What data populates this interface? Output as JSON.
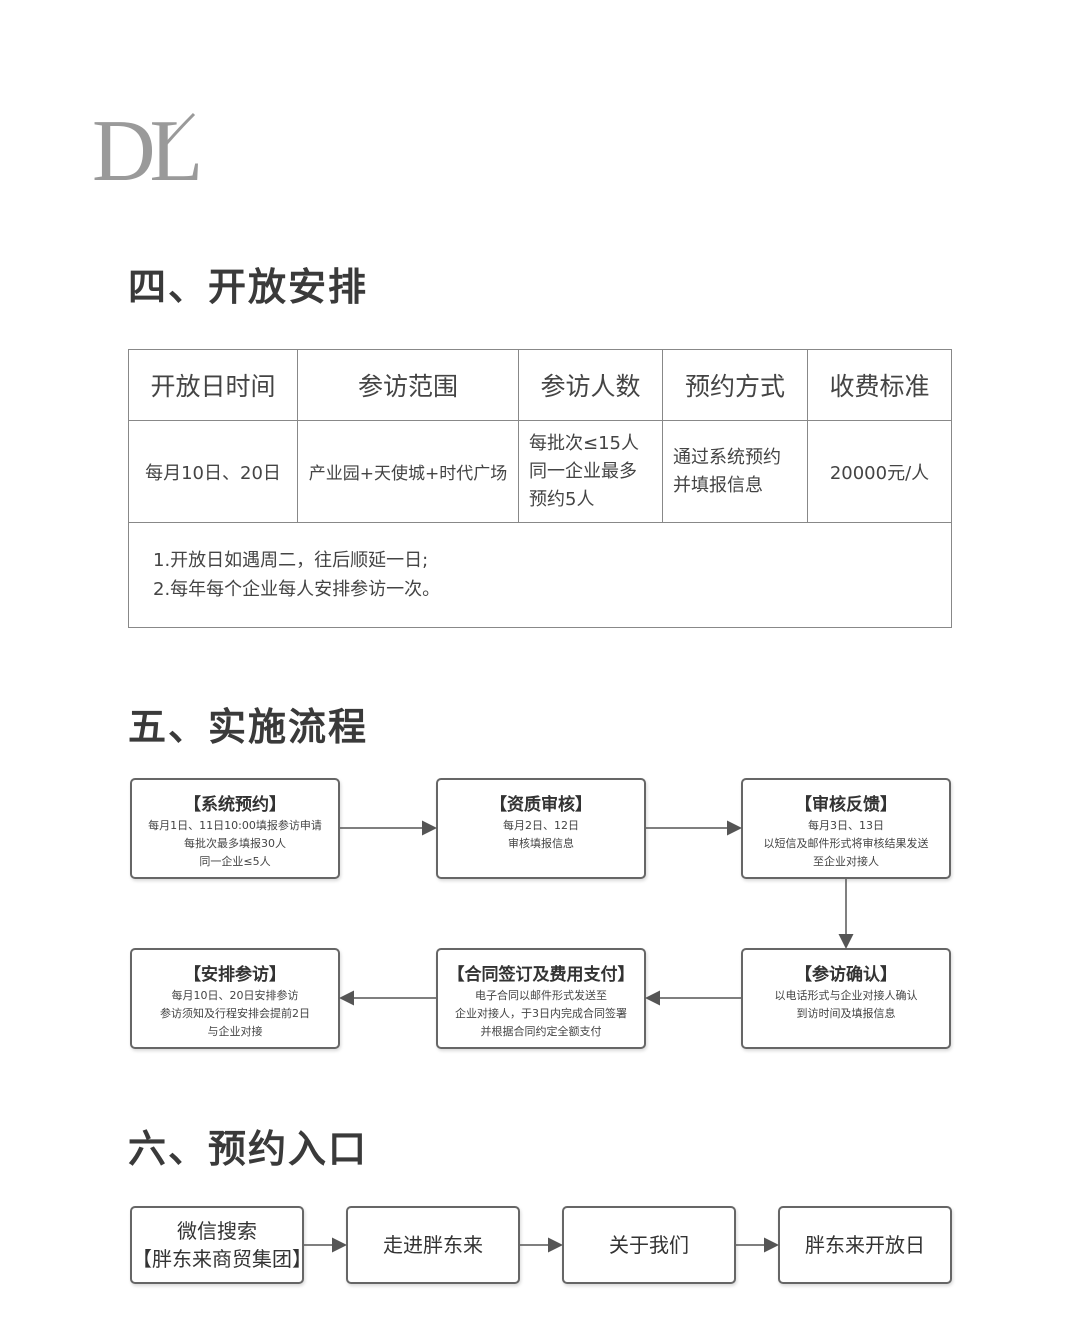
{
  "logo": {
    "text": "DL"
  },
  "sections": {
    "s4": "四、开放安排",
    "s5": "五、实施流程",
    "s6": "六、预约入口"
  },
  "schedule": {
    "headers": [
      "开放日时间",
      "参访范围",
      "参访人数",
      "预约方式",
      "收费标准"
    ],
    "row": {
      "time": "每月10日、20日",
      "scope": "产业园+天使城+时代广场",
      "people": [
        "每批次≤15人",
        "同一企业最多",
        "预约5人"
      ],
      "method": [
        "通过系统预约",
        "并填报信息"
      ],
      "fee": "20000元/人"
    },
    "notes": [
      "1.开放日如遇周二，往后顺延一日;",
      "2.每年每个企业每人安排参访一次。"
    ]
  },
  "flow": [
    {
      "title": "【系统预约】",
      "lines": [
        "每月1日、11日10:00填报参访申请",
        "每批次最多填报30人",
        "同一企业≤5人"
      ]
    },
    {
      "title": "【资质审核】",
      "lines": [
        "每月2日、12日",
        "审核填报信息"
      ]
    },
    {
      "title": "【审核反馈】",
      "lines": [
        "每月3日、13日",
        "以短信及邮件形式将审核结果发送",
        "至企业对接人"
      ]
    },
    {
      "title": "【参访确认】",
      "lines": [
        "以电话形式与企业对接人确认",
        "到访时间及填报信息"
      ]
    },
    {
      "title": "【合同签订及费用支付】",
      "lines": [
        "电子合同以邮件形式发送至",
        "企业对接人，于3日内完成合同签署",
        "并根据合同约定全额支付"
      ]
    },
    {
      "title": "【安排参访】",
      "lines": [
        "每月10日、20日安排参访",
        "参访须知及行程安排会提前2日",
        "与企业对接"
      ]
    }
  ],
  "entry": [
    {
      "lines": [
        "微信搜索",
        "【胖东来商贸集团】"
      ]
    },
    {
      "lines": [
        "走进胖东来"
      ]
    },
    {
      "lines": [
        "关于我们"
      ]
    },
    {
      "lines": [
        "胖东来开放日"
      ]
    }
  ]
}
